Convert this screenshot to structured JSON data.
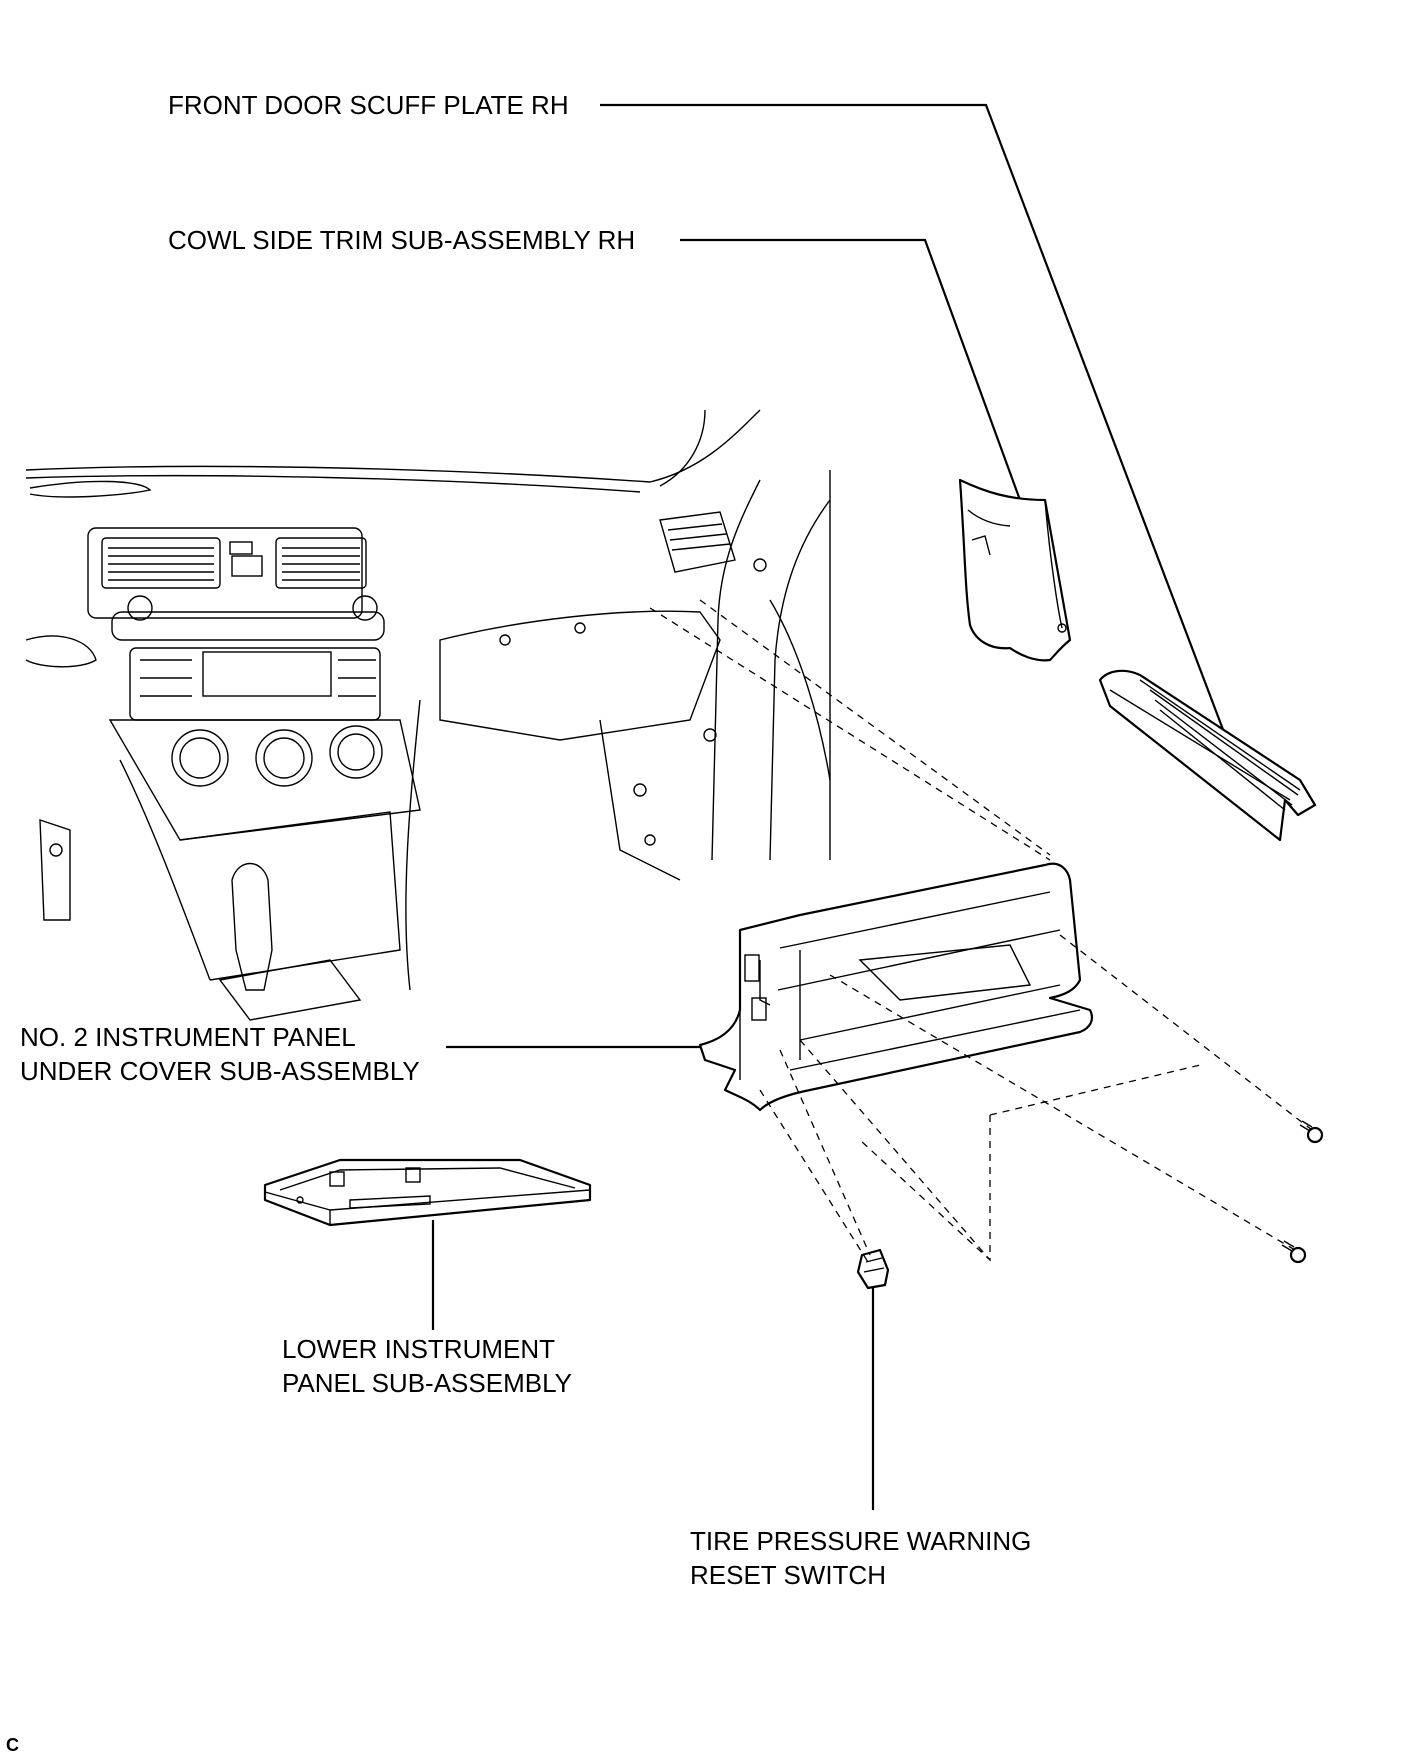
{
  "labels": {
    "front_door_scuff_plate": "FRONT DOOR SCUFF PLATE RH",
    "cowl_side_trim": "COWL SIDE TRIM SUB-ASSEMBLY RH",
    "under_cover": [
      "NO. 2 INSTRUMENT PANEL",
      "UNDER COVER SUB-ASSEMBLY"
    ],
    "lower_panel": [
      "LOWER INSTRUMENT",
      "PANEL SUB-ASSEMBLY"
    ],
    "tire_switch": [
      "TIRE PRESSURE WARNING",
      "RESET SWITCH"
    ]
  },
  "corner_mark": "C"
}
